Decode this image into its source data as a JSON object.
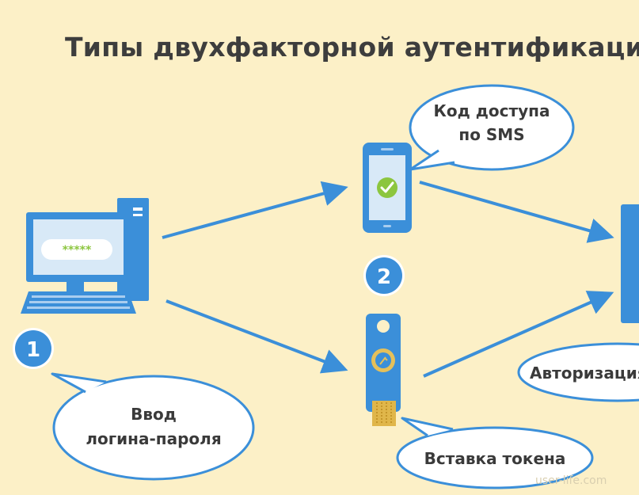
{
  "title": "Типы двухфакторной аутентификации",
  "bubbles": {
    "sms_line1": "Код доступа",
    "sms_line2": "по SMS",
    "login_line1": "Ввод",
    "login_line2": "логина-пароля",
    "token": "Вставка токена",
    "auth": "Авторизация"
  },
  "steps": {
    "one": "1",
    "two": "2"
  },
  "password_mask": "*****",
  "watermark": "user-life.com",
  "colors": {
    "background": "#fcf0c7",
    "primary_blue": "#3b8fd9",
    "check_green": "#8cc63f",
    "text": "#3a3a3a"
  }
}
